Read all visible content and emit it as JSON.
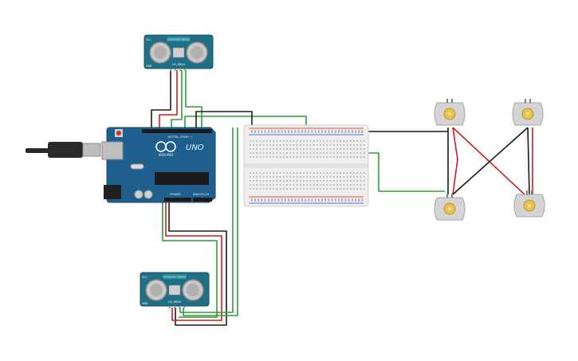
{
  "sensor_top": {
    "model": "HC-SR04",
    "side_top": "VCC",
    "side_bottom": "GND",
    "tag": "ULTRASONIC SENSOR"
  },
  "sensor_bottom": {
    "model": "HC-SR04",
    "side_top": "VCC",
    "side_bottom": "GND",
    "tag": "ULTRASONIC SENSOR"
  },
  "arduino": {
    "logo": "UNO",
    "brand": "ARDUINO",
    "digital_label": "DIGITAL (PWM ~)",
    "power_label": "POWER",
    "analog_label": "ANALOG IN"
  },
  "colors": {
    "wire_black": "#1a1a1a",
    "wire_red": "#d11a1a",
    "wire_green": "#2e9c3a",
    "pcb_blue": "#1f5f8e",
    "sensor_teal": "#1f6f86",
    "breadboard": "#eeeeee",
    "motor_gray": "#d4d4d4",
    "motor_brass": "#e7c34a"
  },
  "icons": {
    "usb": "usb-cable-icon",
    "motor": "dc-motor-icon"
  }
}
